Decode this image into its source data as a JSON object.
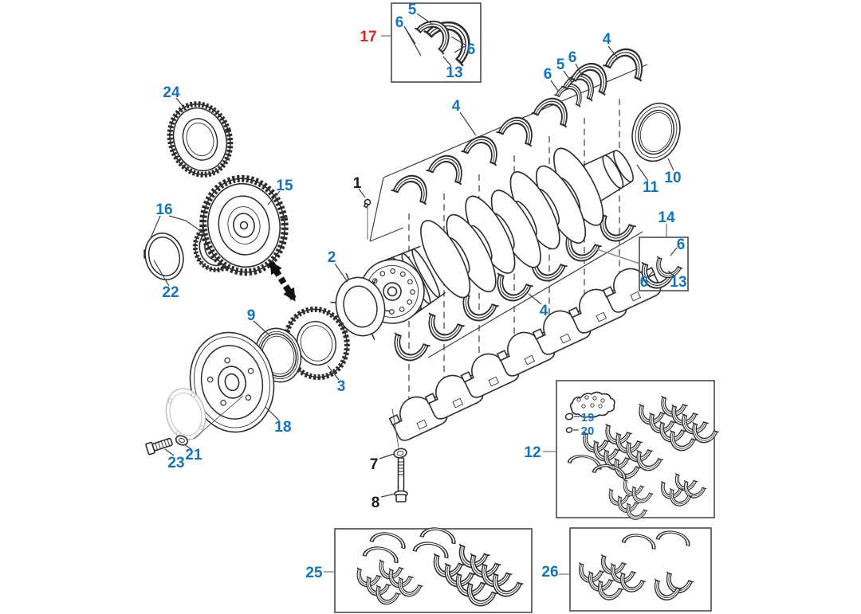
{
  "diagram": {
    "type": "exploded-parts-diagram",
    "subject": "engine crankshaft assembly",
    "background": "#ffffff",
    "colors": {
      "linework": "#2e2e2e",
      "callout_link_blue": "#1573b8",
      "callout_active_red": "#d9232a",
      "callout_plain_black": "#1a1a1a",
      "leader_gray": "#8c8c8c",
      "ghost_part_gray": "#c2c2c2"
    },
    "callouts": {
      "1": "1",
      "2": "2",
      "3": "3",
      "4": "4",
      "5": "5",
      "6": "6",
      "7": "7",
      "8": "8",
      "9": "9",
      "10": "10",
      "11": "11",
      "12": "12",
      "13": "13",
      "14": "14",
      "15": "15",
      "16": "16",
      "17": "17",
      "18": "18",
      "19": "19",
      "20": "20",
      "21": "21",
      "22": "22",
      "23": "23",
      "24": "24",
      "25": "25",
      "26": "26"
    }
  }
}
